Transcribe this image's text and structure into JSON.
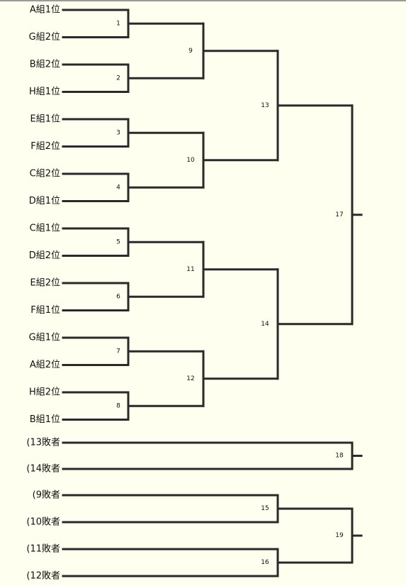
{
  "teams": [
    "A組1位",
    "G組2位",
    "B組2位",
    "H組1位",
    "E組1位",
    "F組2位",
    "C組2位",
    "D組1位",
    "C組1位",
    "D組2位",
    "E組2位",
    "F組1位",
    "G組1位",
    "A組2位",
    "H組2位",
    "B組1位"
  ],
  "lower_entrants": [
    "(13敗者",
    "(14敗者",
    "(9敗者",
    "(10敗者",
    "(11敗者",
    "(12敗者"
  ],
  "matches": {
    "r1": [
      "1",
      "2",
      "3",
      "4",
      "5",
      "6",
      "7",
      "8"
    ],
    "r2": [
      "9",
      "10",
      "11",
      "12"
    ],
    "r3": [
      "13",
      "14"
    ],
    "final": "17",
    "m18": "18",
    "m15": "15",
    "m16": "16",
    "m19": "19"
  },
  "colors": {
    "background": "#fffff0",
    "line": "#2a2a2a",
    "top_border": "#9a9a9a"
  }
}
